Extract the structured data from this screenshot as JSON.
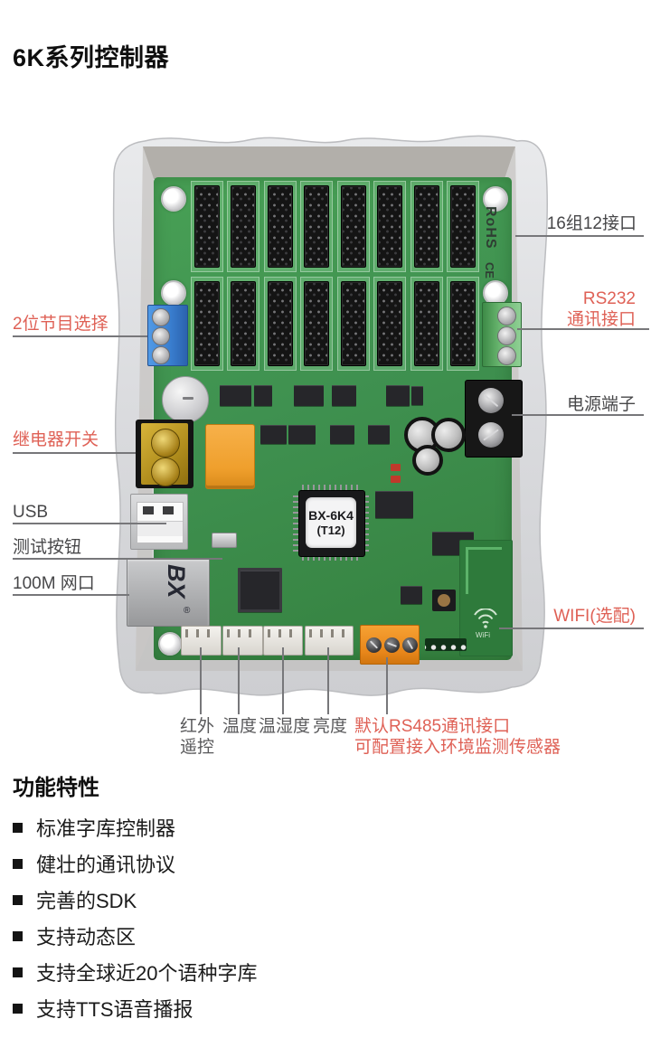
{
  "page_title": "6K系列控制器",
  "colors": {
    "accent_red": "#df6156",
    "label_dark": "#474749",
    "line_gray": "#77777a",
    "pcb_green": "#3f9150",
    "case_gray": "#dcdde0"
  },
  "board_text": {
    "chip_line1": "BX-6K4",
    "chip_line2": "(T12)",
    "rohs": "RoHS",
    "ce": "CE",
    "lan_logo": "BX",
    "lan_logo_reg": "®",
    "wifi_silk": "WiFi"
  },
  "callouts": {
    "left": [
      {
        "id": "program-select",
        "label": "2位节目选择",
        "style": "red"
      },
      {
        "id": "relay-switch",
        "label": "继电器开关",
        "style": "red"
      },
      {
        "id": "usb",
        "label": "USB",
        "style": "dark"
      },
      {
        "id": "test-button",
        "label": "测试按钮",
        "style": "dark"
      },
      {
        "id": "lan",
        "label": "100M 网口",
        "style": "dark"
      }
    ],
    "right": [
      {
        "id": "groups16",
        "label": "16组12接口",
        "style": "dark"
      },
      {
        "id": "rs232",
        "label_line1": "RS232",
        "label_line2": "通讯接口",
        "style": "red"
      },
      {
        "id": "power",
        "label": "电源端子",
        "style": "dark"
      },
      {
        "id": "wifi",
        "label": "WIFI(选配)",
        "style": "red"
      }
    ],
    "bottom": [
      {
        "id": "ir-remote",
        "label_line1": "红外",
        "label_line2": "遥控"
      },
      {
        "id": "temperature",
        "label": "温度"
      },
      {
        "id": "temp-humidity",
        "label": "温湿度"
      },
      {
        "id": "brightness",
        "label": "亮度"
      },
      {
        "id": "rs485",
        "label_line1": "默认RS485通讯接口",
        "label_line2": "可配置接入环境监测传感器",
        "style": "red"
      }
    ]
  },
  "features": {
    "title": "功能特性",
    "items": [
      "标准字库控制器",
      "健壮的通讯协议",
      "完善的SDK",
      "支持动态区",
      "支持全球近20个语种字库",
      "支持TTS语音播报"
    ]
  }
}
